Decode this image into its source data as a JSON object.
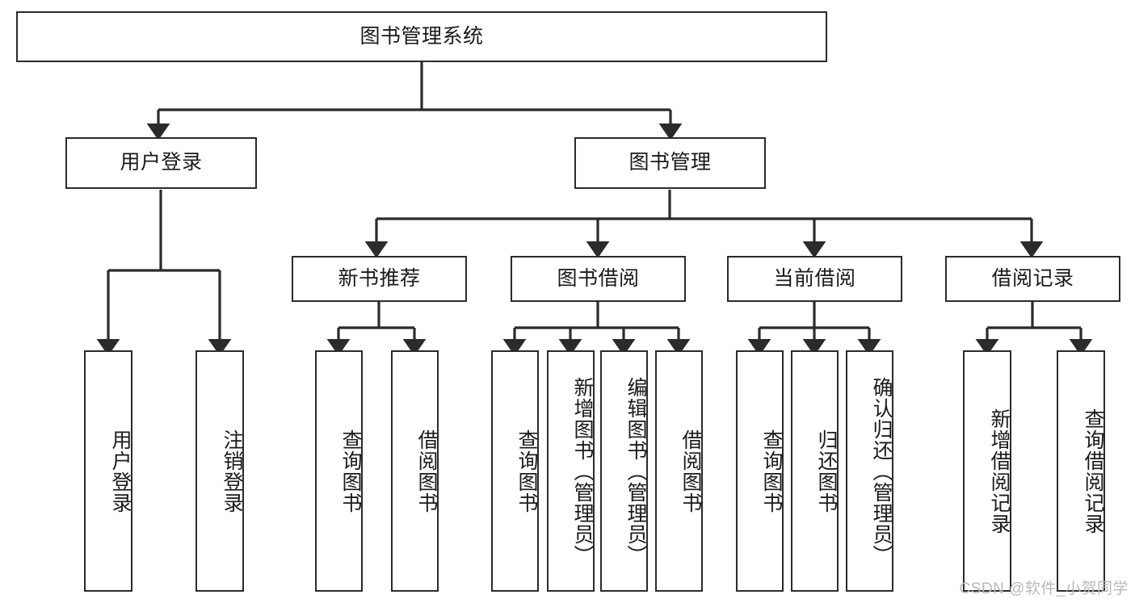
{
  "diagram": {
    "title": "图书管理系统",
    "type": "tree-hierarchy",
    "root": {
      "label": "图书管理系统"
    },
    "level2": [
      {
        "label": "用户登录"
      },
      {
        "label": "图书管理"
      }
    ],
    "level3": [
      {
        "label": "新书推荐"
      },
      {
        "label": "图书借阅"
      },
      {
        "label": "当前借阅"
      },
      {
        "label": "借阅记录"
      }
    ],
    "leaves": {
      "user_login": [
        {
          "label": "用户登录"
        },
        {
          "label": "注销登录"
        }
      ],
      "new_book_recommend": [
        {
          "label": "查询图书"
        },
        {
          "label": "借阅图书"
        }
      ],
      "book_borrow": [
        {
          "label": "查询图书"
        },
        {
          "label": "新增图书（管理员）"
        },
        {
          "label": "编辑图书（管理员）"
        },
        {
          "label": "借阅图书"
        }
      ],
      "current_borrow": [
        {
          "label": "查询图书"
        },
        {
          "label": "归还图书"
        },
        {
          "label": "确认归还（管理员）"
        }
      ],
      "borrow_records": [
        {
          "label": "新增借阅记录"
        },
        {
          "label": "查询借阅记录"
        }
      ]
    }
  },
  "watermark": {
    "text": "CSDN @软件_小贺同学"
  },
  "colors": {
    "stroke": "#2b2b2b",
    "background": "#ffffff",
    "text": "#1a1a1a",
    "watermark": "#b9b9b9"
  }
}
